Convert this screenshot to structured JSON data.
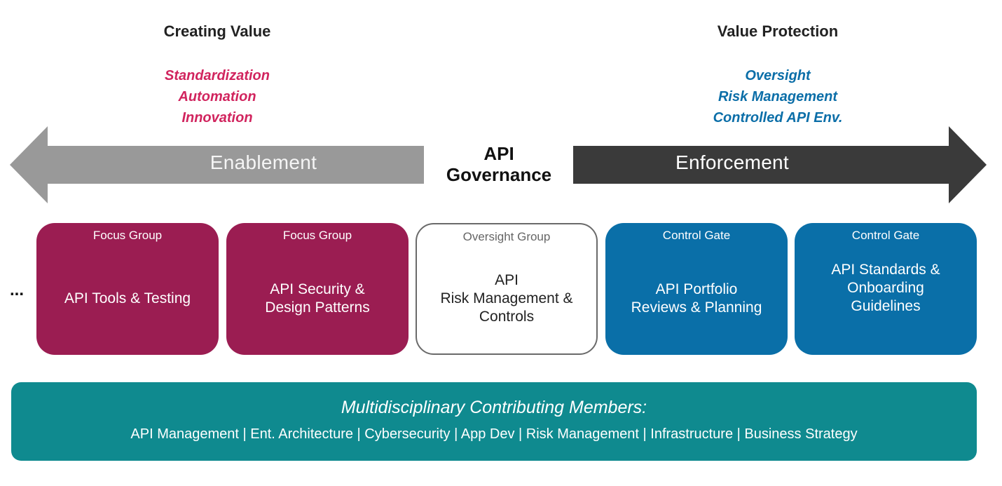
{
  "left_column": {
    "heading": "Creating Value",
    "items": [
      "Standardization",
      "Automation",
      "Innovation"
    ],
    "color": "#d1245e"
  },
  "right_column": {
    "heading": "Value Protection",
    "items": [
      "Oversight",
      "Risk Management",
      "Controlled API Env."
    ],
    "color": "#0b6ea8"
  },
  "arrows": {
    "left_label": "Enablement",
    "left_color": "#999999",
    "right_label": "Enforcement",
    "right_color": "#3a3a3a"
  },
  "center": {
    "line1": "API",
    "line2": "Governance"
  },
  "ellipsis": "...",
  "cards": [
    {
      "sub": "Focus Group",
      "lines": [
        "API Tools & Testing"
      ],
      "style": "maroon"
    },
    {
      "sub": "Focus Group",
      "lines": [
        "API Security &",
        "Design Patterns"
      ],
      "style": "maroon"
    },
    {
      "sub": "Oversight Group",
      "lines": [
        "API",
        "Risk Management &",
        "Controls"
      ],
      "style": "white"
    },
    {
      "sub": "Control Gate",
      "lines": [
        "API Portfolio",
        "Reviews & Planning"
      ],
      "style": "blue"
    },
    {
      "sub": "Control Gate",
      "lines": [
        "API Standards &",
        "Onboarding",
        "Guidelines"
      ],
      "style": "blue"
    }
  ],
  "bottom": {
    "title": "Multidisciplinary Contributing Members:",
    "list": "API Management | Ent. Architecture | Cybersecurity | App Dev | Risk Management | Infrastructure | Business Strategy",
    "color": "#0f8a8f"
  }
}
